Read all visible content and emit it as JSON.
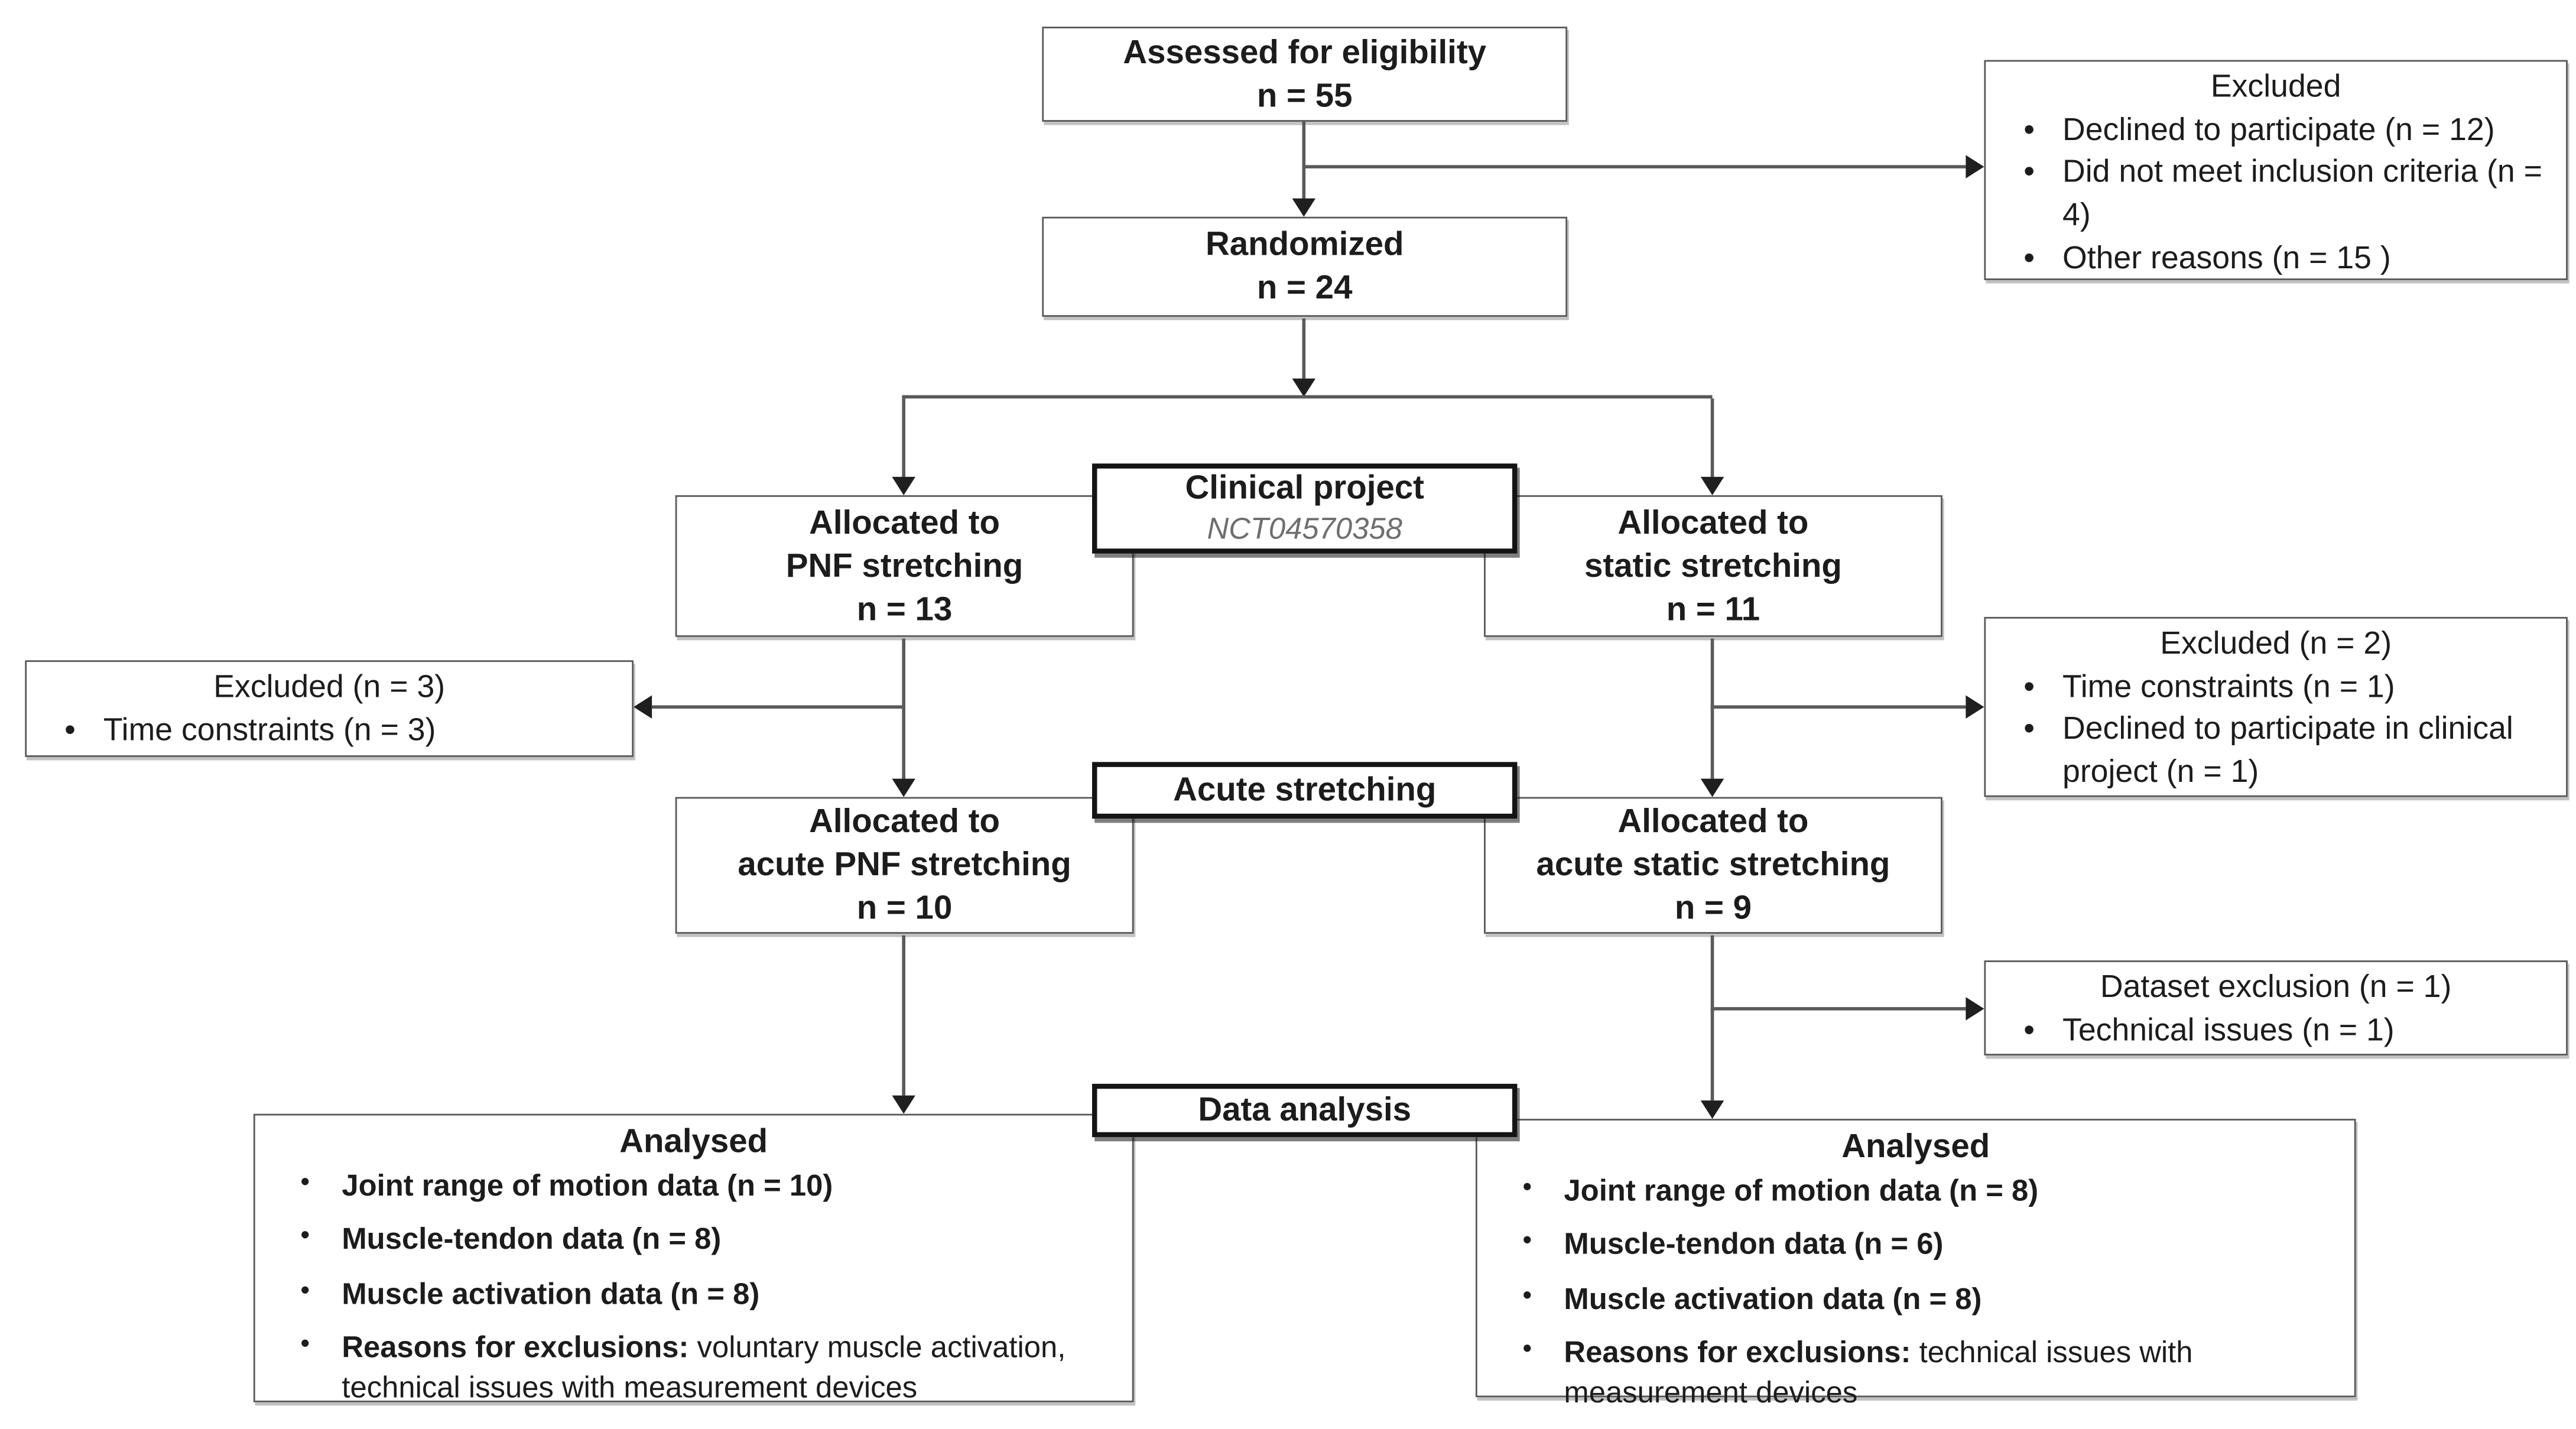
{
  "colors": {
    "background": "#ffffff",
    "box_border": "#595959",
    "header_border": "#141414",
    "text": "#1c1c1c",
    "subtitle_text": "#6e6e6e",
    "line_color": "#5a5a5a",
    "arrow_color": "#1f1f1f"
  },
  "boxes": {
    "assessed": {
      "title": "Assessed for eligibility",
      "n": "n = 55"
    },
    "excluded_top": {
      "title": "Excluded",
      "items": [
        "Declined to participate (n = 12)",
        "Did not meet inclusion criteria (n = 4)",
        "Other reasons (n = 15 )"
      ]
    },
    "randomized": {
      "title": "Randomized",
      "n": "n = 24"
    },
    "clinical_project": {
      "title": "Clinical project",
      "registry_id": "NCT04570358"
    },
    "allocated_pnf": {
      "line1": "Allocated to",
      "line2": "PNF stretching",
      "n": "n = 13"
    },
    "allocated_static": {
      "line1": "Allocated to",
      "line2": "static stretching",
      "n": "n = 11"
    },
    "excluded_pnf": {
      "title": "Excluded (n = 3)",
      "items": [
        "Time constraints (n = 3)"
      ]
    },
    "excluded_static": {
      "title": "Excluded (n = 2)",
      "items": [
        "Time constraints (n = 1)",
        "Declined to participate in clinical project (n = 1)"
      ]
    },
    "acute_stretching": {
      "title": "Acute stretching"
    },
    "acute_pnf": {
      "line1": "Allocated to",
      "line2": "acute PNF stretching",
      "n": "n = 10"
    },
    "acute_static": {
      "line1": "Allocated to",
      "line2": "acute static stretching",
      "n": "n = 9"
    },
    "dataset_exclusion": {
      "title": "Dataset exclusion (n = 1)",
      "items": [
        "Technical issues (n = 1)"
      ]
    },
    "data_analysis": {
      "title": "Data analysis"
    },
    "analysed_pnf": {
      "title": "Analysed",
      "items": [
        {
          "bold": "Joint range of motion data (n = 10)",
          "rest": ""
        },
        {
          "bold": "Muscle-tendon data (n = 8)",
          "rest": ""
        },
        {
          "bold": "Muscle activation data (n = 8)",
          "rest": ""
        },
        {
          "bold": "Reasons for exclusions:",
          "rest": " voluntary muscle activation, technical issues with measurement devices"
        }
      ]
    },
    "analysed_static": {
      "title": "Analysed",
      "items": [
        {
          "bold": "Joint range of motion data (n = 8)",
          "rest": ""
        },
        {
          "bold": "Muscle-tendon data (n = 6)",
          "rest": ""
        },
        {
          "bold": "Muscle activation data (n = 8)",
          "rest": ""
        },
        {
          "bold": "Reasons for exclusions:",
          "rest": " technical issues with measurement devices"
        }
      ]
    }
  }
}
